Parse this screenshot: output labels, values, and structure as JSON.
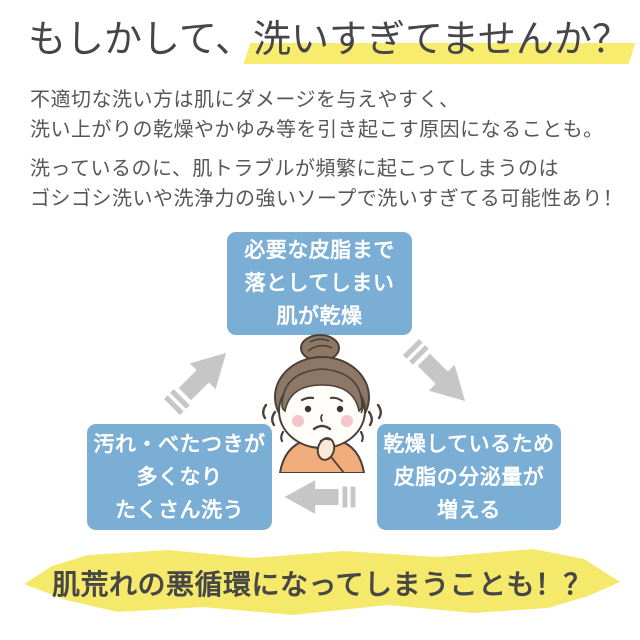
{
  "colors": {
    "background": "#ffffff",
    "accent_blue": "#7aaed4",
    "box_text": "#ffffff",
    "highlight_yellow": "#f7ec6d",
    "banner_yellow": "#f5e96b",
    "title_text": "#45454a",
    "body_text": "#575757",
    "banner_text": "#474747",
    "arrow_gray": "#c6c6c6"
  },
  "header": {
    "title_prefix": "もしかして、",
    "title_highlight": "洗いすぎてませんか？"
  },
  "intro": {
    "paragraph1": "不適切な洗い方は肌にダメージを与えやすく、\n洗い上がりの乾燥やかゆみ等を引き起こす原因になることも。",
    "paragraph2": "洗っているのに、肌トラブルが頻繁に起こってしまうのは\nゴシゴシ洗いや洗浄力の強いソープで洗いすぎてる可能性あり！"
  },
  "cycle": {
    "top_box": "必要な皮脂まで\n落としてしまい\n肌が乾燥",
    "right_box": "乾燥しているため\n皮脂の分泌量が\n増える",
    "left_box": "汚れ・べたつきが\n多くなり\nたくさん洗う",
    "illustration": "worried-woman",
    "arrows": [
      "up-right",
      "down-right",
      "left"
    ]
  },
  "footer": {
    "banner_text": "肌荒れの悪循環になってしまうことも！？"
  }
}
